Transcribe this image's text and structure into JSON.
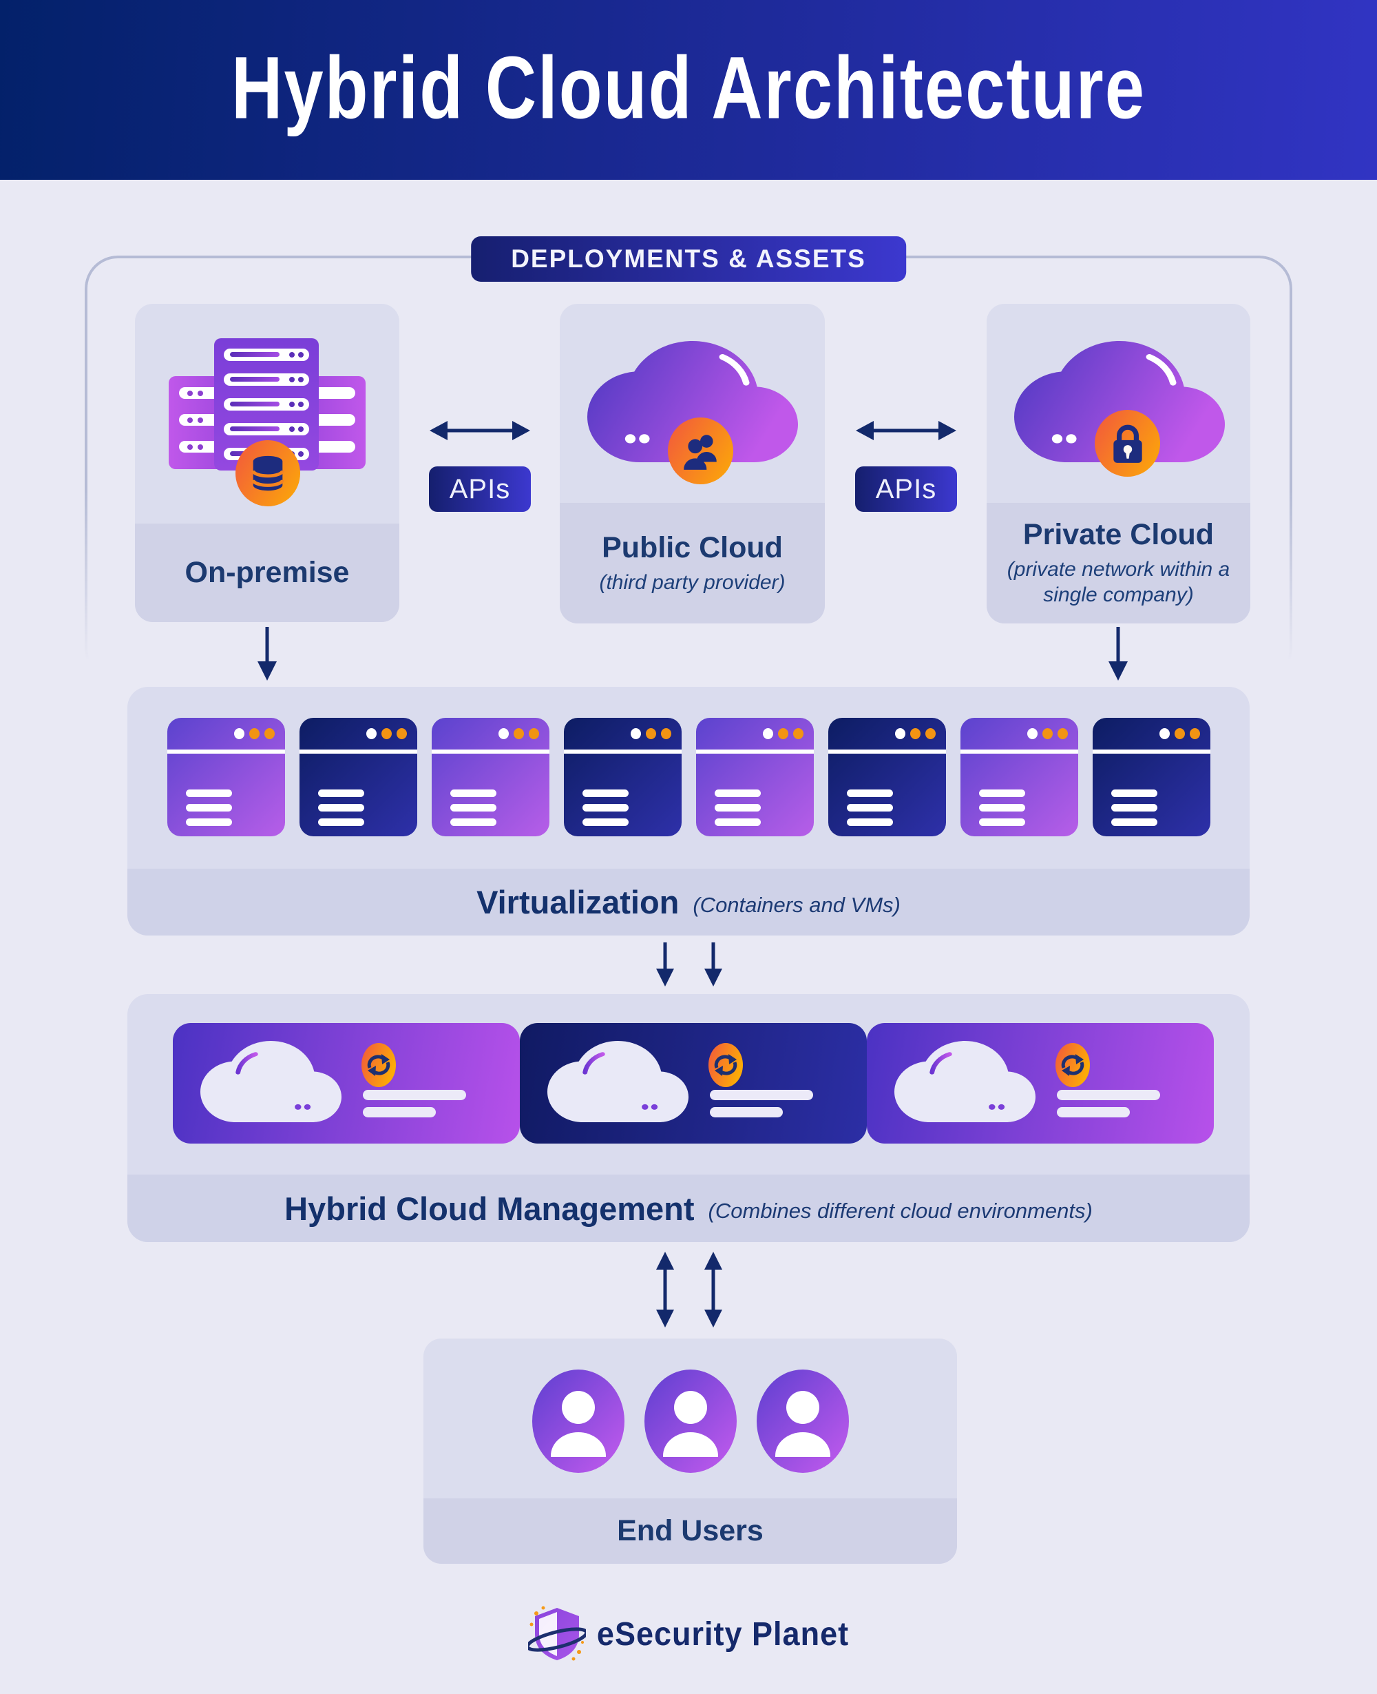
{
  "header": {
    "title": "Hybrid Cloud Architecture"
  },
  "deployments_badge": {
    "label": "DEPLOYMENTS & ASSETS"
  },
  "cards": {
    "on_premise": {
      "label": "On-premise",
      "icon": "server-rack-database-icon"
    },
    "public_cloud": {
      "label": "Public Cloud",
      "sublabel": "(third party provider)",
      "icon": "cloud-users-icon"
    },
    "private_cloud": {
      "label": "Private Cloud",
      "sublabel": "(private network within a single company)",
      "icon": "cloud-lock-icon"
    }
  },
  "api_badges": {
    "left": "APIs",
    "right": "APIs"
  },
  "virtualization": {
    "label": "Virtualization",
    "sublabel": "(Containers and VMs)",
    "tiles": [
      "purple",
      "navy",
      "purple",
      "navy",
      "purple",
      "navy",
      "purple",
      "navy"
    ]
  },
  "management": {
    "label": "Hybrid Cloud Management",
    "sublabel": "(Combines different cloud environments)",
    "segments": [
      "purple",
      "navy",
      "purple"
    ]
  },
  "end_users": {
    "label": "End Users",
    "avatars": [
      "user",
      "user",
      "user"
    ]
  },
  "footer": {
    "brand": "eSecurity Planet"
  },
  "colors": {
    "background": "#e9e9f4",
    "header_gradient": [
      "#03216a",
      "#3134c3"
    ],
    "badge_gradient": [
      "#151f6e",
      "#3c38cf"
    ],
    "panel_bg": "#dadcee",
    "card_bg": "#dbddee",
    "strip_bg": "#cfd2e8",
    "navy_text": "#1c3a70",
    "purple_gradient": [
      "#5b43ce",
      "#b75ee8"
    ],
    "navy_gradient": [
      "#0d1d63",
      "#2e30a9"
    ],
    "orange_gradient": [
      "#f2573d",
      "#fcab07"
    ],
    "arrow_color": "#13296b"
  }
}
